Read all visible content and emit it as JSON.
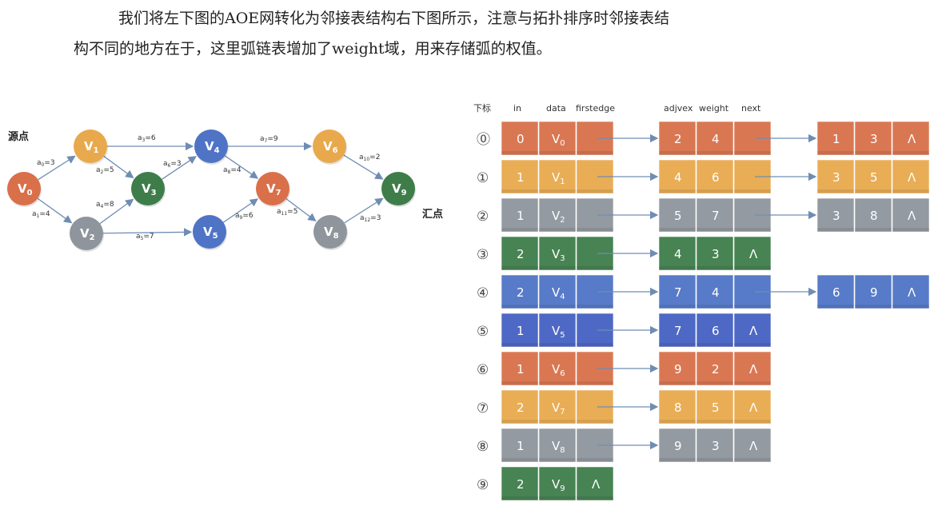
{
  "paragraph": {
    "line1": "我们将左下图的AOE网转化为邻接表结构右下图所示，注意与拓扑排序时邻接表结",
    "line2": "构不同的地方在于，这里弧链表增加了weight域，用来存储弧的权值。"
  },
  "graph": {
    "source_label": "源点",
    "sink_label": "汇点",
    "nodes": [
      {
        "id": "v0",
        "sub": "0"
      },
      {
        "id": "v1",
        "sub": "1"
      },
      {
        "id": "v2",
        "sub": "2"
      },
      {
        "id": "v3",
        "sub": "3"
      },
      {
        "id": "v4",
        "sub": "4"
      },
      {
        "id": "v5",
        "sub": "5"
      },
      {
        "id": "v6",
        "sub": "6"
      },
      {
        "id": "v7",
        "sub": "7"
      },
      {
        "id": "v8",
        "sub": "8"
      },
      {
        "id": "v9",
        "sub": "9"
      }
    ],
    "edges": [
      {
        "from": 0,
        "to": 1,
        "label": "0",
        "w": "3"
      },
      {
        "from": 0,
        "to": 2,
        "label": "1",
        "w": "4"
      },
      {
        "from": 1,
        "to": 4,
        "label": "3",
        "w": "6"
      },
      {
        "from": 1,
        "to": 3,
        "label": "2",
        "w": "5"
      },
      {
        "from": 2,
        "to": 3,
        "label": "4",
        "w": "8"
      },
      {
        "from": 2,
        "to": 5,
        "label": "5",
        "w": "7"
      },
      {
        "from": 3,
        "to": 4,
        "label": "6",
        "w": "3"
      },
      {
        "from": 4,
        "to": 6,
        "label": "7",
        "w": "9"
      },
      {
        "from": 4,
        "to": 7,
        "label": "8",
        "w": "4"
      },
      {
        "from": 5,
        "to": 7,
        "label": "9",
        "w": "6"
      },
      {
        "from": 6,
        "to": 9,
        "label": "10",
        "w": "2"
      },
      {
        "from": 7,
        "to": 8,
        "label": "11",
        "w": "5"
      },
      {
        "from": 8,
        "to": 9,
        "label": "12",
        "w": "3"
      }
    ]
  },
  "adjacency": {
    "headers": {
      "index": "下标",
      "in": "in",
      "data": "data",
      "firstedge": "firstedge",
      "adjvex": "adjvex",
      "weight": "weight",
      "next": "next"
    },
    "null_symbol": "Λ",
    "vertices": [
      {
        "idx": "⓪",
        "in": "0",
        "sub": "0",
        "color": "#d9704a",
        "arcs": [
          {
            "adjvex": "2",
            "weight": "4"
          },
          {
            "adjvex": "1",
            "weight": "3"
          }
        ]
      },
      {
        "idx": "①",
        "in": "1",
        "sub": "1",
        "color": "#e8a94c",
        "arcs": [
          {
            "adjvex": "4",
            "weight": "6"
          },
          {
            "adjvex": "3",
            "weight": "5"
          }
        ]
      },
      {
        "idx": "②",
        "in": "1",
        "sub": "2",
        "color": "#8f959c",
        "arcs": [
          {
            "adjvex": "5",
            "weight": "7"
          },
          {
            "adjvex": "3",
            "weight": "8"
          }
        ]
      },
      {
        "idx": "③",
        "in": "2",
        "sub": "3",
        "color": "#3e7d4a",
        "arcs": [
          {
            "adjvex": "4",
            "weight": "3"
          }
        ]
      },
      {
        "idx": "④",
        "in": "2",
        "sub": "4",
        "color": "#4f74c6",
        "arcs": [
          {
            "adjvex": "7",
            "weight": "4"
          },
          {
            "adjvex": "6",
            "weight": "9"
          }
        ]
      },
      {
        "idx": "⑤",
        "in": "1",
        "sub": "5",
        "color": "#4560c2",
        "arcs": [
          {
            "adjvex": "7",
            "weight": "6"
          }
        ]
      },
      {
        "idx": "⑥",
        "in": "1",
        "sub": "6",
        "color": "#d9704a",
        "arcs": [
          {
            "adjvex": "9",
            "weight": "2"
          }
        ]
      },
      {
        "idx": "⑦",
        "in": "2",
        "sub": "7",
        "color": "#e8a94c",
        "arcs": [
          {
            "adjvex": "8",
            "weight": "5"
          }
        ]
      },
      {
        "idx": "⑧",
        "in": "1",
        "sub": "8",
        "color": "#8f959c",
        "arcs": [
          {
            "adjvex": "9",
            "weight": "3"
          }
        ]
      },
      {
        "idx": "⑨",
        "in": "2",
        "sub": "9",
        "color": "#3e7d4a",
        "arcs": []
      }
    ]
  },
  "colors": {
    "orange": "#d9704a",
    "yellow": "#e8a94c",
    "gray": "#8f959c",
    "green": "#3e7d4a",
    "blue": "#4f74c6",
    "arrow": "#6f8db3"
  }
}
